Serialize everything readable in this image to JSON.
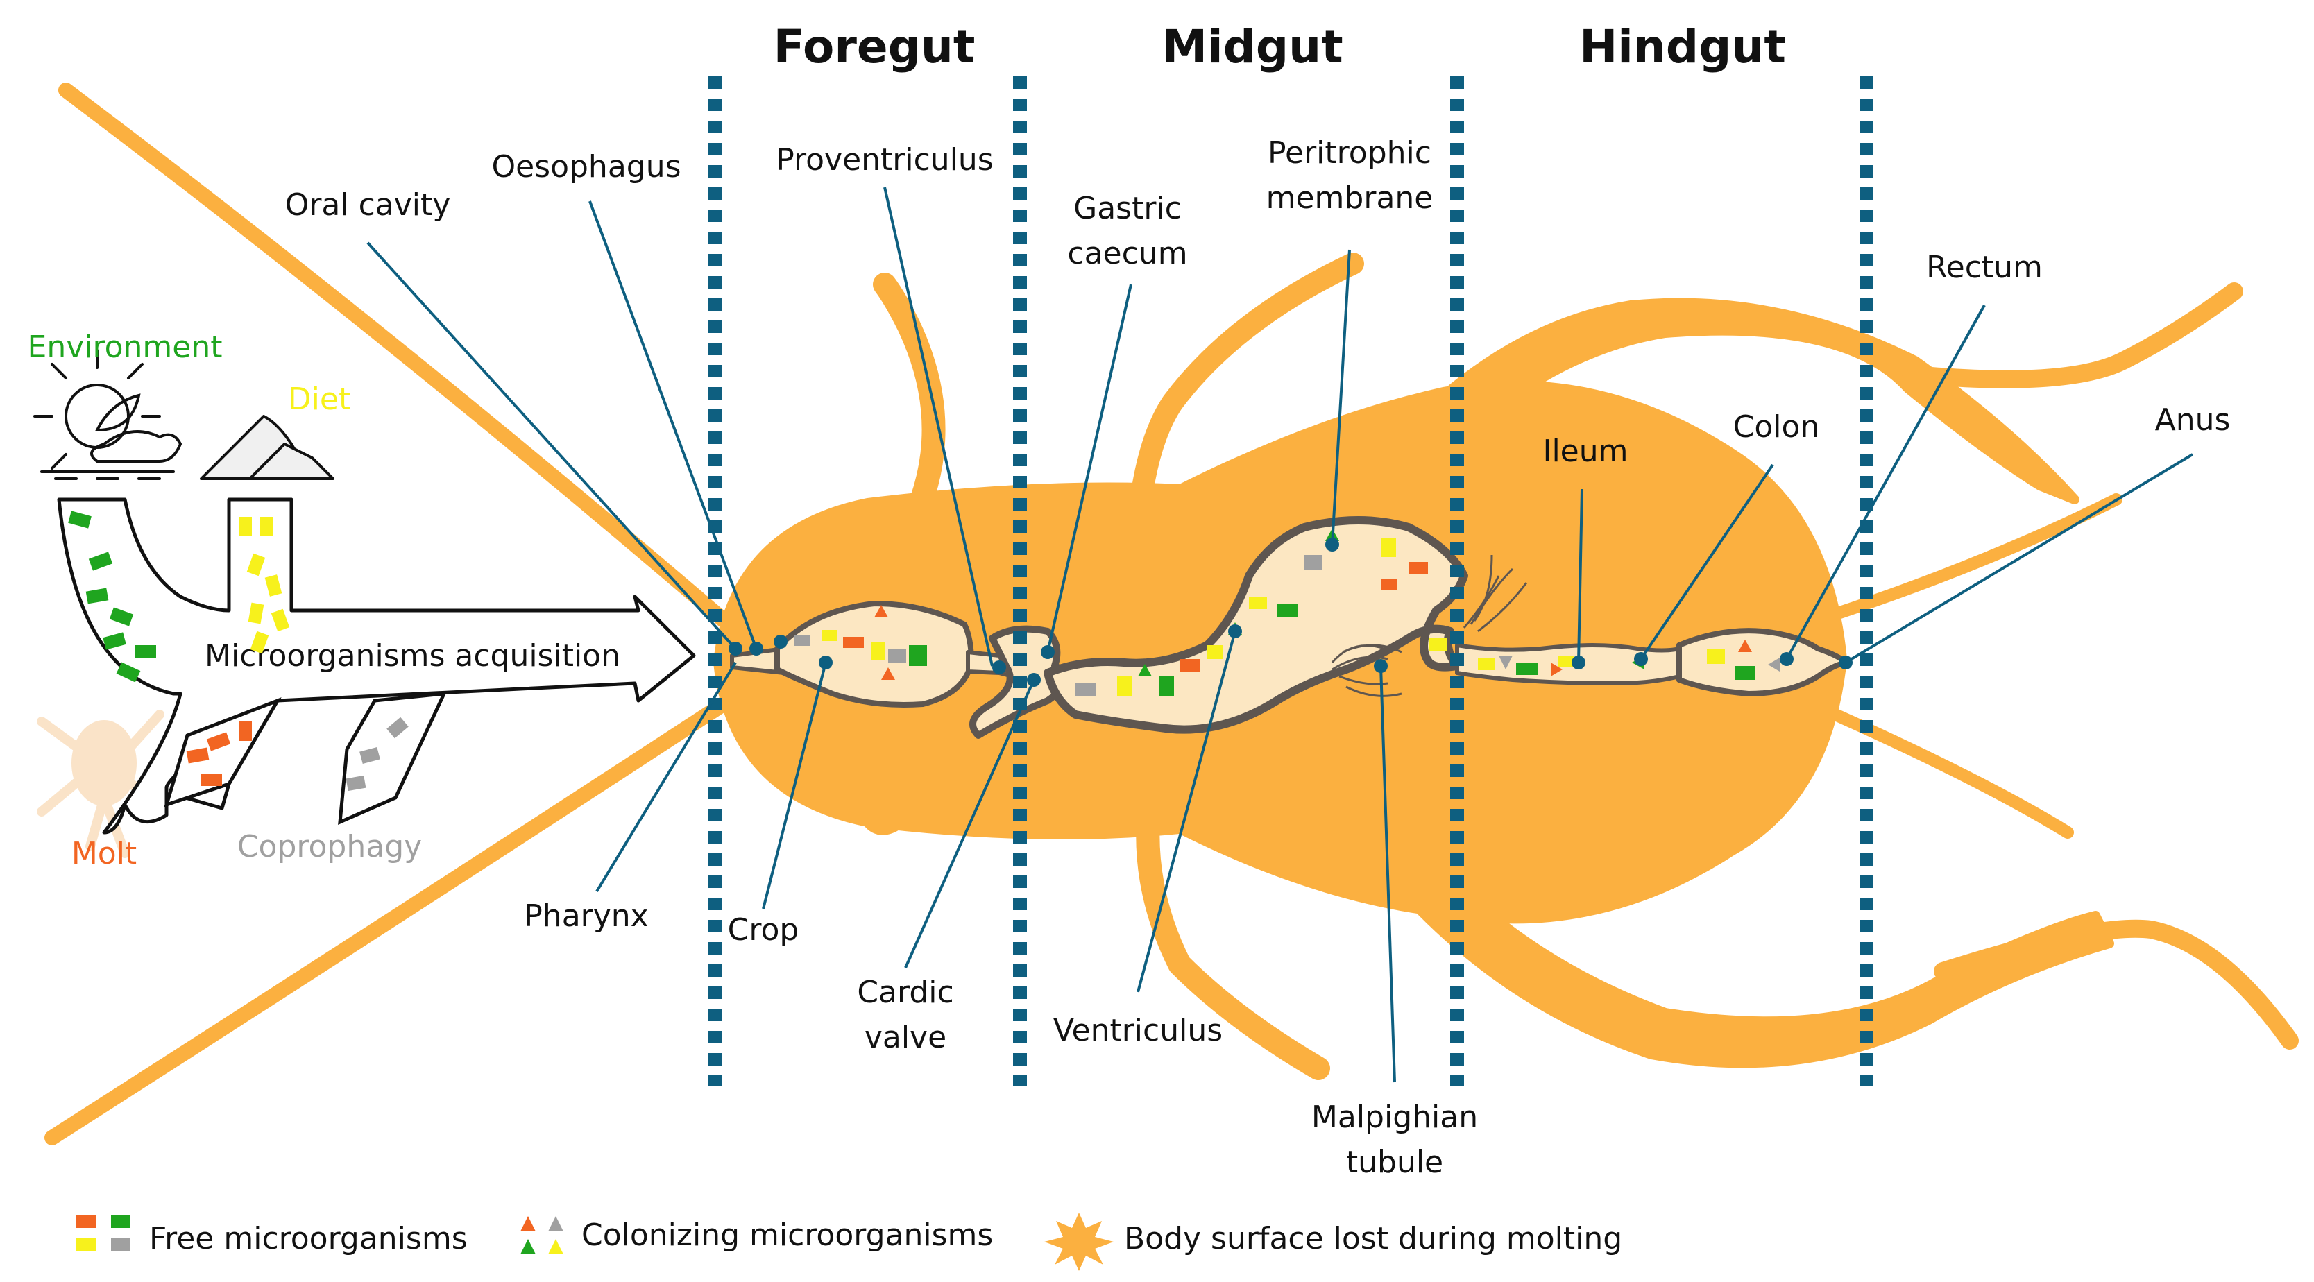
{
  "regions": [
    "Foregut",
    "Midgut",
    "Hindgut"
  ],
  "labels": {
    "oral_cavity": "Oral cavity",
    "oesophagus": "Oesophagus",
    "proventriculus": "Proventriculus",
    "gastric_caecum_1": "Gastric",
    "gastric_caecum_2": "caecum",
    "peritrophic_1": "Peritrophic",
    "peritrophic_2": "membrane",
    "rectum": "Rectum",
    "anus": "Anus",
    "ileum": "Ileum",
    "colon": "Colon",
    "pharynx": "Pharynx",
    "crop": "Crop",
    "cardic_1": "Cardic",
    "cardic_2": "valve",
    "ventriculus": "Ventriculus",
    "malpighian_1": "Malpighian",
    "malpighian_2": "tubule"
  },
  "sources": {
    "environment": "Environment",
    "diet": "Diet",
    "molt": "Molt",
    "coprophagy": "Coprophagy",
    "arrow_label": "Microorganisms acquisition"
  },
  "legend": {
    "free": "Free microorganisms",
    "colonizing": "Colonizing microorganisms",
    "molting": "Body surface lost during molting"
  },
  "colors": {
    "body": "#FBB040",
    "gut_fill": "#FCE7C2",
    "gut_outline": "#5E5650",
    "divider": "#0E5F80",
    "leader": "#0E5F80",
    "green": "#1FA51F",
    "yellow": "#F7F11C",
    "orange": "#F26522",
    "gray": "#A0A0A0",
    "molt_ghost": "#FAE3C8"
  }
}
